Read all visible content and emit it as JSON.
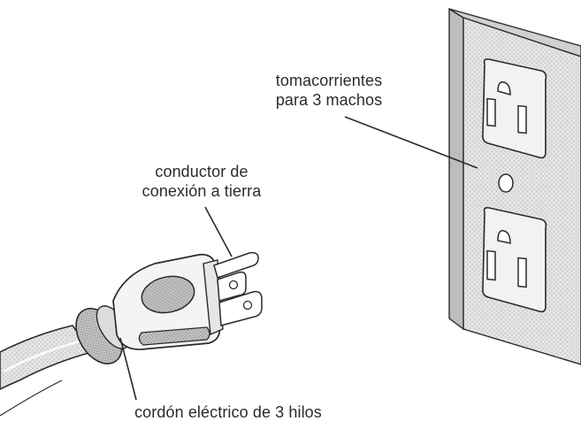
{
  "labels": {
    "outlet_line1": "tomacorrientes",
    "outlet_line2": "para 3 machos",
    "ground_line1": "conductor de",
    "ground_line2": "conexión a tierra",
    "cord": "cordón eléctrico de 3 hilos"
  },
  "colors": {
    "ink": "#2b2b2b",
    "plate_fill": "#e2e2e2",
    "plate_edge": "#9a9a9a",
    "plug_fill": "#f4f4f4",
    "grip_fill": "#c9c9c9",
    "background": "#ffffff"
  }
}
